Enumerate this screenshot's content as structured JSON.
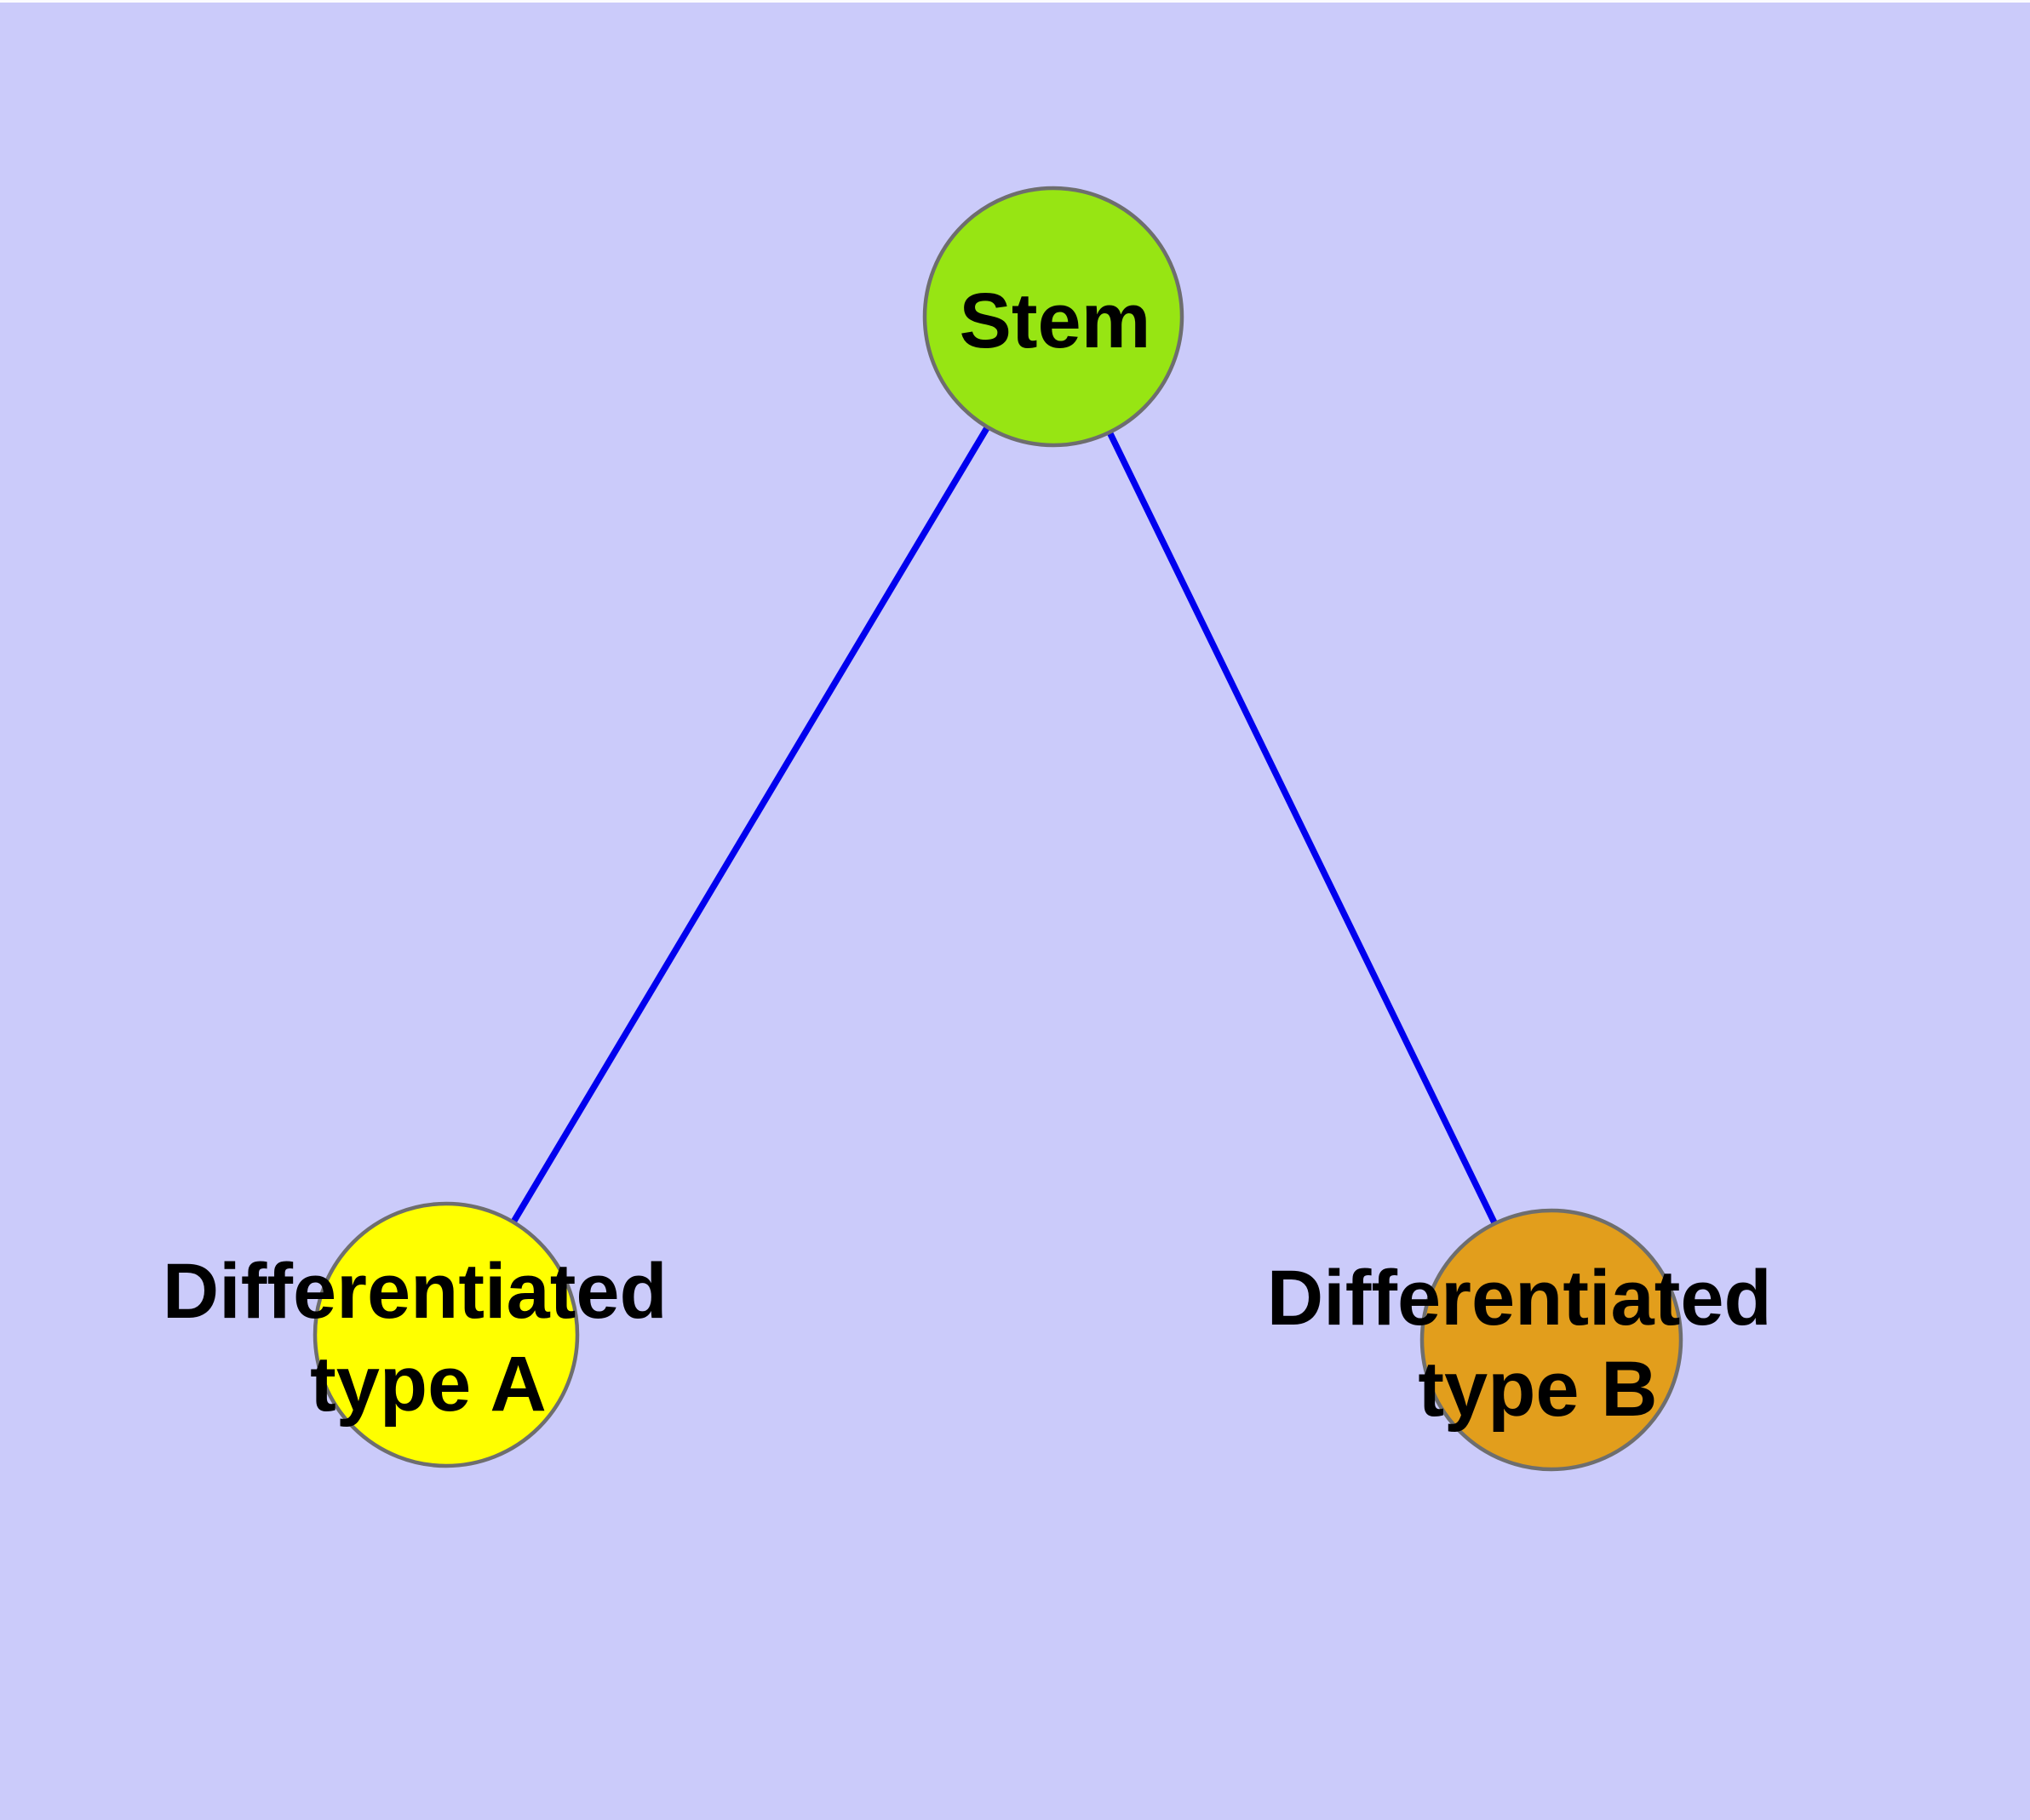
{
  "diagram": {
    "background_color": "#CBCBFA",
    "top_strip_color": "#FCFCFF",
    "edge_color": "#0000EE",
    "node_border_color": "#6E6E6E",
    "label_color": "#000000",
    "nodes": {
      "stem": {
        "label": "Stem",
        "fill": "#97E513"
      },
      "type_a": {
        "label_line1": "Differentiated",
        "label_line2": "type A",
        "fill": "#FFFF00"
      },
      "type_b": {
        "label_line1": "Differentiated",
        "label_line2": "type B",
        "fill": "#E29E1C"
      }
    },
    "edges": [
      {
        "from": "Stem",
        "to": "Differentiated type A"
      },
      {
        "from": "Stem",
        "to": "Differentiated type B"
      }
    ]
  }
}
